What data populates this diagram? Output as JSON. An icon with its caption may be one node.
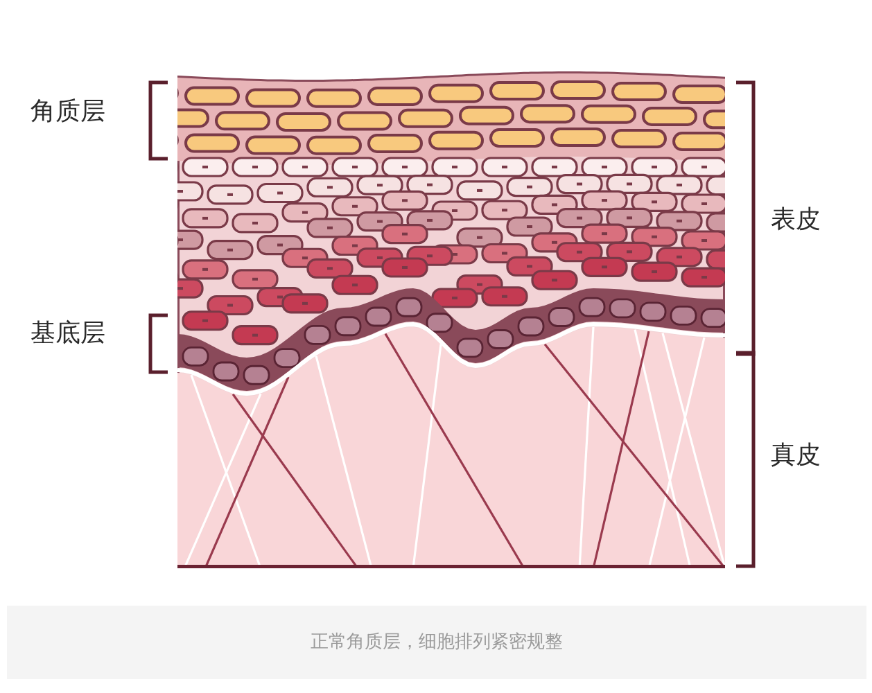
{
  "diagram": {
    "caption": "正常角质层，细胞排列紧密规整",
    "labels": [
      "角质层",
      "表皮",
      "基底层",
      "真皮"
    ]
  }
}
